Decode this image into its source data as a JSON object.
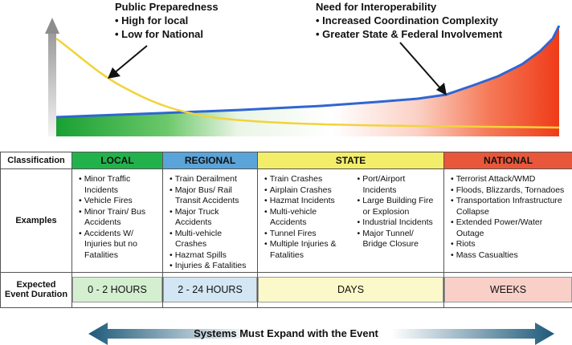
{
  "callouts": {
    "public_preparedness": [
      "Public Preparedness",
      "• High for local",
      "• Low for National"
    ],
    "interoperability": [
      "Need for Interoperability",
      "• Increased Coordination Complexity",
      "• Greater State & Federal Involvement"
    ]
  },
  "table": {
    "classification_label": "Classification",
    "examples_label": "Examples",
    "duration_label_line1": "Expected",
    "duration_label_line2": "Event Duration",
    "levels": [
      {
        "name": "LOCAL",
        "color": "#22b24c",
        "duration": "0 - 2 HOURS",
        "duration_bg": "#d4efd0"
      },
      {
        "name": "REGIONAL",
        "color": "#5ba4d9",
        "duration": "2 - 24 HOURS",
        "duration_bg": "#d3e6f3"
      },
      {
        "name": "STATE",
        "color": "#f3ee6a",
        "duration": "DAYS",
        "duration_bg": "#fbf8c9"
      },
      {
        "name": "NATIONAL",
        "color": "#e8573a",
        "duration": "WEEKS",
        "duration_bg": "#f8d0c8"
      }
    ],
    "examples": {
      "local": [
        "Minor Traffic Incidents",
        "Vehicle Fires",
        "Minor Train/ Bus Accidents",
        "Accidents W/ Injuries but no Fatalities"
      ],
      "regional": [
        "Train Derailment",
        "Major Bus/ Rail Transit Accidents",
        "Major Truck Accidents",
        "Multi-vehicle Crashes",
        "Hazmat Spills",
        "Injuries & Fatalities"
      ],
      "state_a": [
        "Train Crashes",
        "Airplain Crashes",
        "Hazmat Incidents",
        "Multi-vehicle Accidents",
        "Tunnel Fires",
        "Multiple Injuries & Fatalities"
      ],
      "state_b": [
        "Port/Airport Incidents",
        "Large Building Fire or Explosion",
        "Industrial Incidents",
        "Major Tunnel/ Bridge Closure"
      ],
      "national": [
        "Terrorist Attack/WMD",
        "Floods, Blizzards, Tornadoes",
        "Transportation Infrastructure Collapse",
        "Extended Power/Water Outage",
        "Riots",
        "Mass Casualties"
      ]
    }
  },
  "bottom_label": "Systems Must Expand with the Event",
  "colors": {
    "yellow_curve": "#f2d33a",
    "blue_curve": "#2f66d3",
    "red_fill": "#f04a24",
    "green_fill": "#22a83a"
  }
}
